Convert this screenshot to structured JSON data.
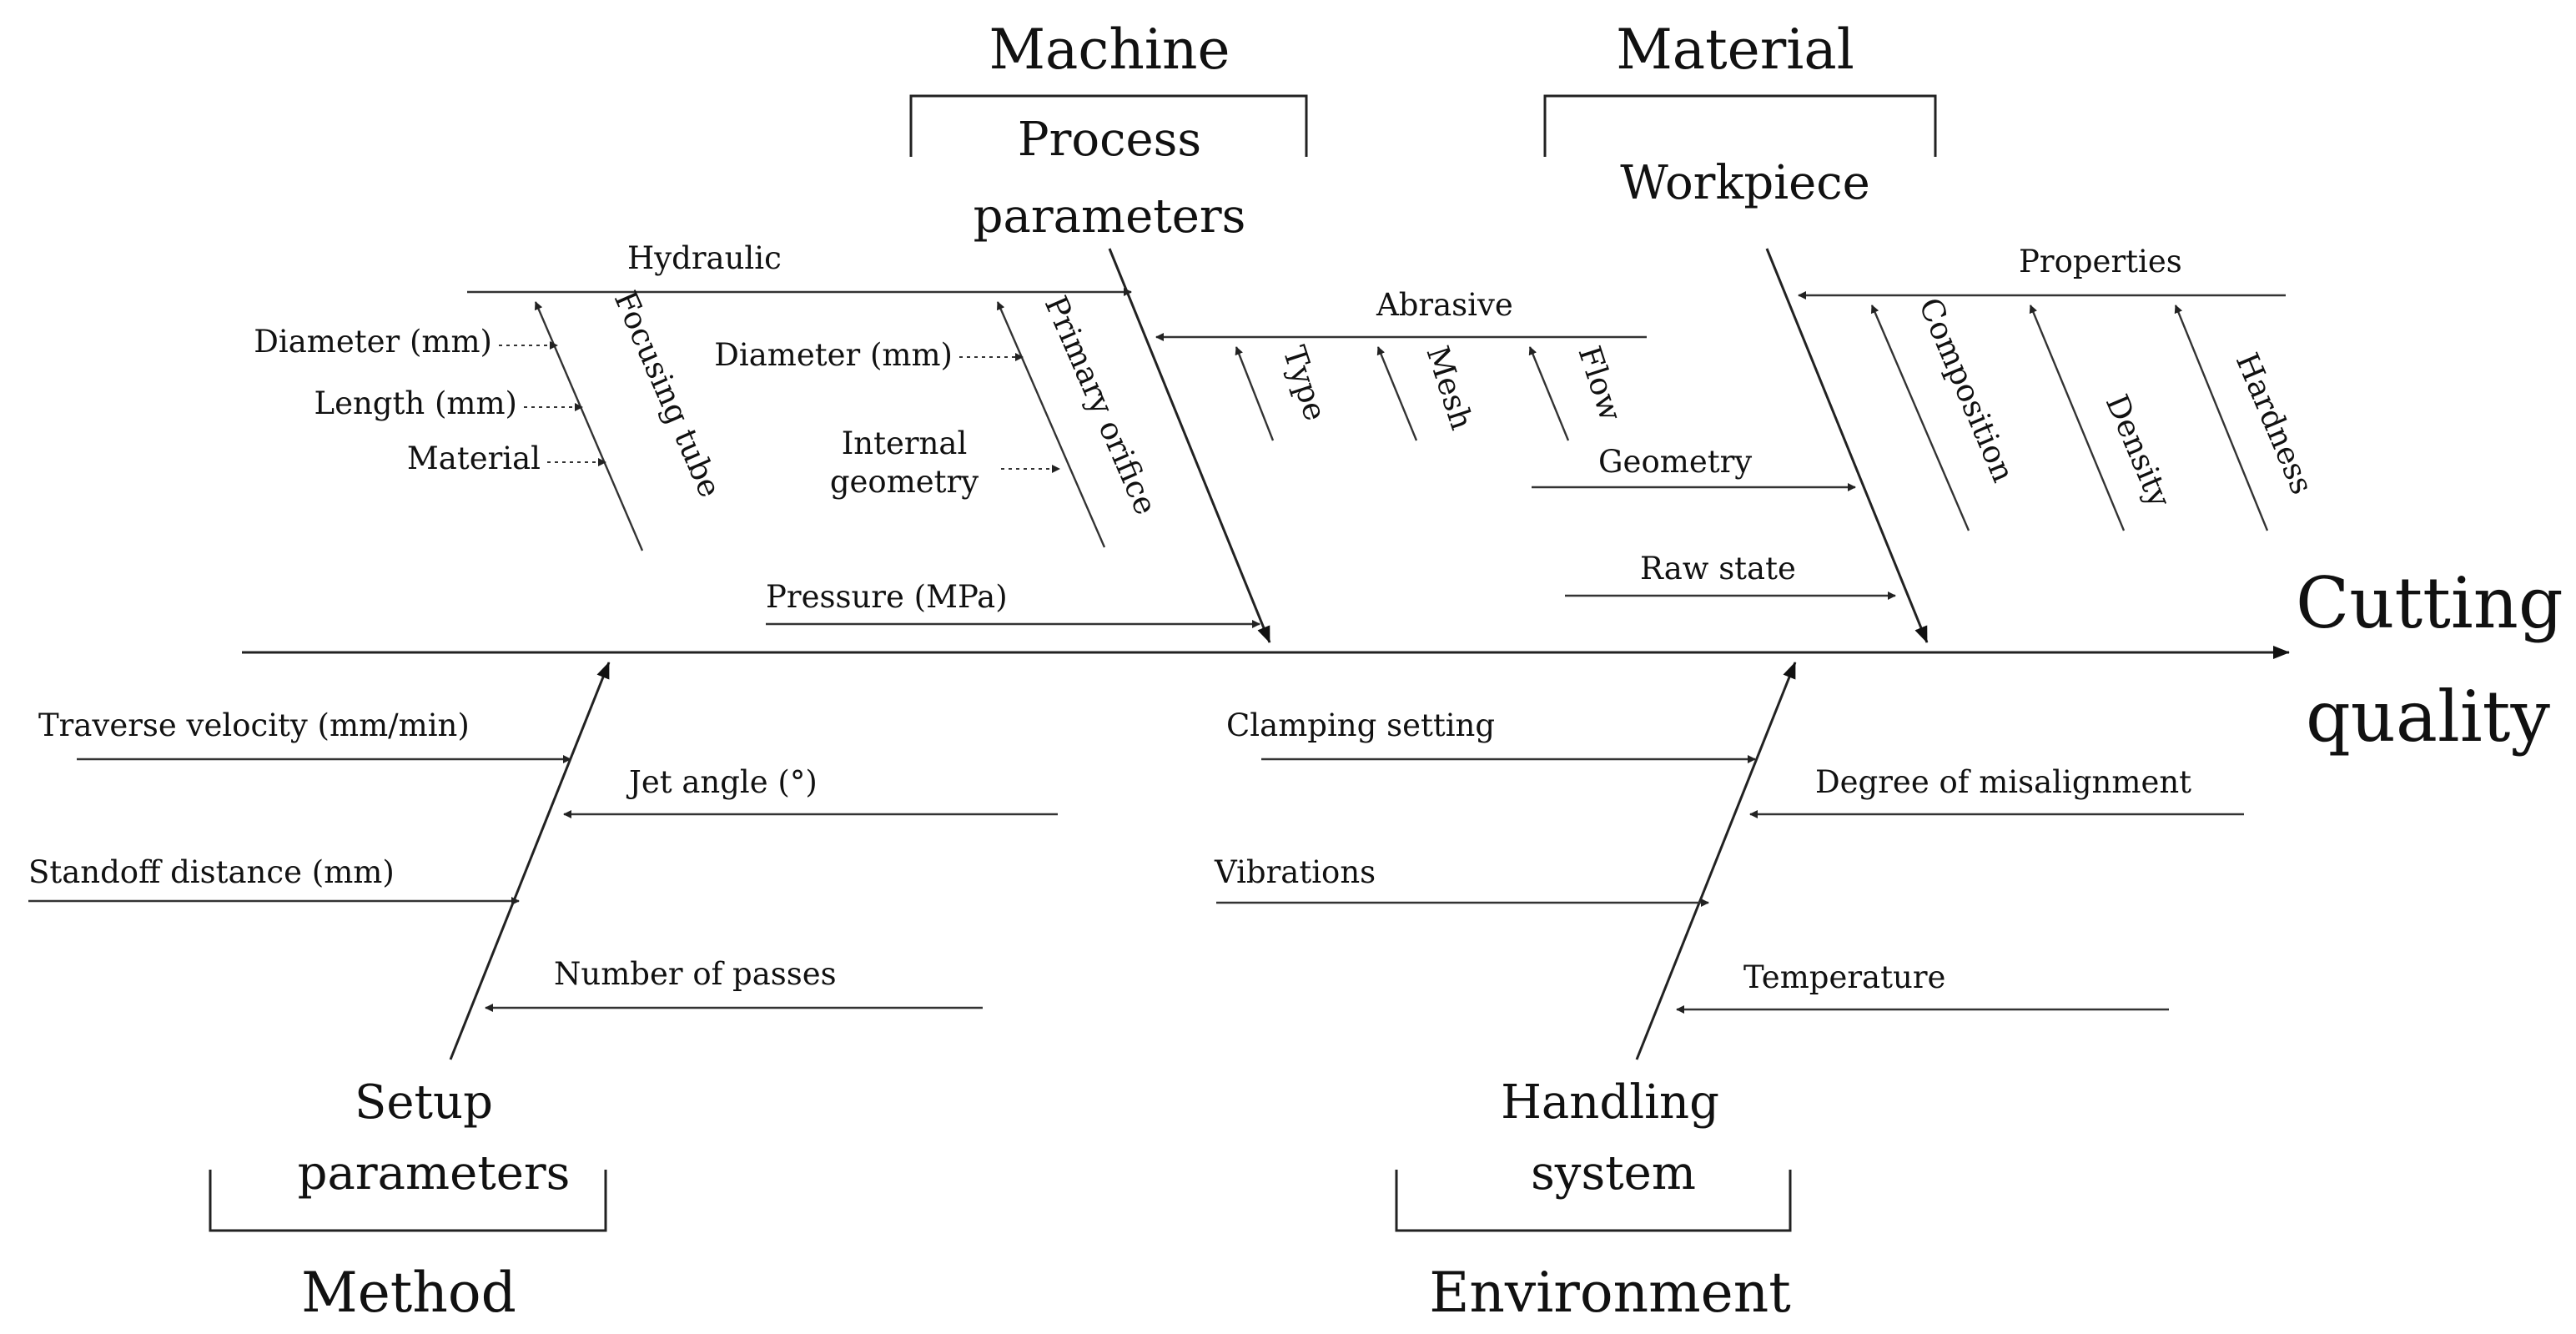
{
  "diagram": {
    "effect": {
      "line1": "Cutting",
      "line2": "quality"
    },
    "categories": {
      "machine": "Machine",
      "material": "Material",
      "method": "Method",
      "environment": "Environment"
    },
    "bones": {
      "process": {
        "line1": "Process",
        "line2": "parameters"
      },
      "workpiece": "Workpiece",
      "setup": {
        "line1": "Setup",
        "line2": "parameters"
      },
      "handling": {
        "line1": "Handling",
        "line2": "system"
      }
    },
    "process_causes": {
      "hydraulic": "Hydraulic",
      "focusing_tube": "Focusing tube",
      "focusing_tube_items": [
        "Diameter (mm)",
        "Length (mm)",
        "Material"
      ],
      "primary_orifice": "Primary orifice",
      "primary_orifice_items": [
        "Diameter (mm)",
        "Internal",
        "geometry"
      ],
      "abrasive": "Abrasive",
      "abrasive_items": [
        "Type",
        "Mesh",
        "Flow"
      ],
      "pressure": "Pressure (MPa)"
    },
    "workpiece_causes": {
      "properties": "Properties",
      "properties_items": [
        "Composition",
        "Density",
        "Hardness"
      ],
      "geometry": "Geometry",
      "raw_state": "Raw state"
    },
    "setup_causes": [
      "Traverse velocity (mm/min)",
      "Jet angle (°)",
      "Standoff distance (mm)",
      "Number of passes"
    ],
    "handling_causes": [
      "Clamping setting",
      "Degree of misalignment",
      "Vibrations",
      "Temperature"
    ]
  }
}
